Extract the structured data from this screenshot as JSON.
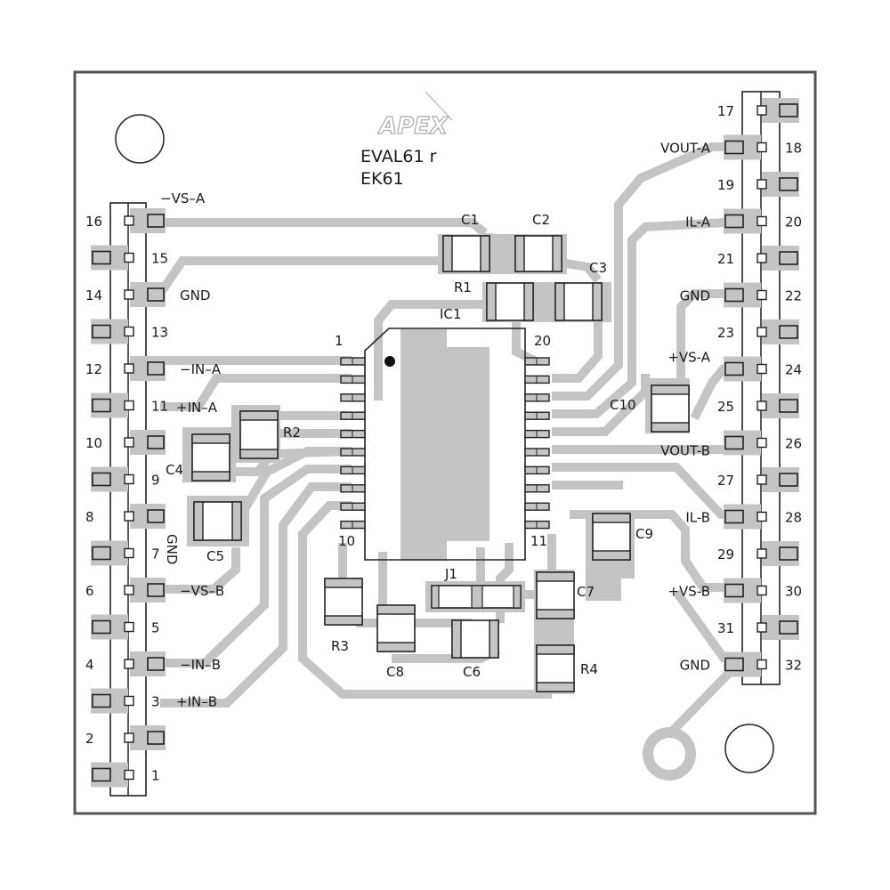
{
  "board": {
    "logo": "APEX",
    "title_line1": "EVAL61 r",
    "title_line2": "EK61",
    "colors": {
      "copper": "#c4c4c4",
      "outline": "#222222",
      "background": "#ffffff"
    }
  },
  "left_header": {
    "pins": [
      "16",
      "15",
      "14",
      "13",
      "12",
      "11",
      "10",
      "9",
      "8",
      "7",
      "6",
      "5",
      "4",
      "3",
      "2",
      "1"
    ],
    "signals": {
      "16": "-VS-A",
      "14": "GND",
      "12": "-IN-A",
      "11": "+IN-A",
      "8": "GND",
      "6": "-VS-B",
      "4": "-IN-B",
      "3": "+IN-B"
    }
  },
  "right_header": {
    "pins": [
      "17",
      "18",
      "19",
      "20",
      "21",
      "22",
      "23",
      "24",
      "25",
      "26",
      "27",
      "28",
      "29",
      "30",
      "31",
      "32"
    ],
    "signals": {
      "18": "VOUT-A",
      "20": "IL-A",
      "22": "GND",
      "24": "+VS-A",
      "26": "VOUT-B",
      "28": "IL-B",
      "30": "+VS-B",
      "32": "GND"
    }
  },
  "ic": {
    "ref": "IC1",
    "pin_first": "1",
    "pin_last_left": "10",
    "pin_first_right": "11",
    "pin_last": "20"
  },
  "components": {
    "C1": "C1",
    "C2": "C2",
    "C3": "C3",
    "R1": "R1",
    "R2": "R2",
    "C4": "C4",
    "C5": "C5",
    "R3": "R3",
    "C8": "C8",
    "J1": "J1",
    "C6": "C6",
    "C7": "C7",
    "R4": "R4",
    "C9": "C9",
    "C10": "C10"
  }
}
